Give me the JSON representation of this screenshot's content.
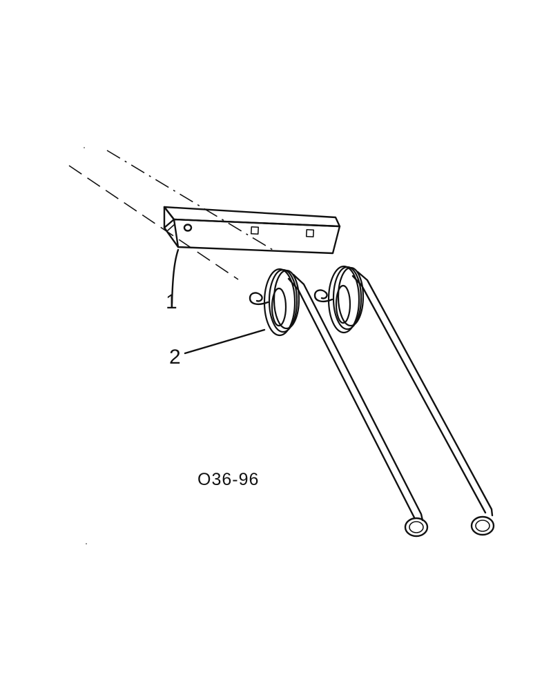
{
  "callouts": {
    "part_1": "1",
    "part_2": "2"
  },
  "figure_id": "O36-96",
  "colors": {
    "ink": "#111111",
    "paper": "#ffffff"
  }
}
